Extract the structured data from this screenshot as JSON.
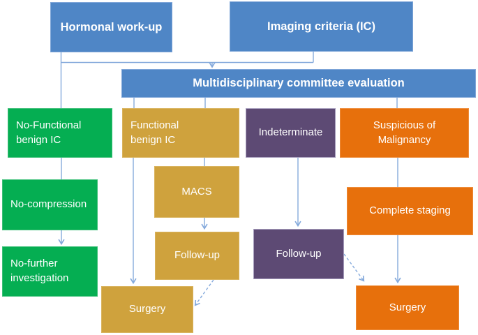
{
  "colors": {
    "blue": "#4f86c6",
    "green": "#05ae52",
    "gold": "#cfa23d",
    "purple": "#5d4a74",
    "orange": "#e7700c",
    "connector": "#85aadc",
    "text": "#ffffff"
  },
  "nodes": {
    "hormonal": {
      "label": "Hormonal work-up"
    },
    "imaging": {
      "label": "Imaging criteria (IC)"
    },
    "committee": {
      "label": "Multidisciplinary committee evaluation"
    },
    "no_functional": {
      "label": "No-Functional\nbenign IC"
    },
    "functional": {
      "label": "Functional\nbenign IC"
    },
    "indeterminate": {
      "label": "Indeterminate"
    },
    "suspicious": {
      "label": "Suspicious of\nMalignancy"
    },
    "no_compression": {
      "label": "No-compression"
    },
    "no_further": {
      "label": "No-further\ninvestigation"
    },
    "macs": {
      "label": "MACS"
    },
    "follow_up_functional": {
      "label": "Follow-up"
    },
    "surgery_functional": {
      "label": "Surgery"
    },
    "follow_up_indeterminate": {
      "label": "Follow-up"
    },
    "complete_staging": {
      "label": "Complete staging"
    },
    "surgery_malignancy": {
      "label": "Surgery"
    }
  },
  "edges": [
    {
      "from": "hormonal",
      "to": "no_functional",
      "style": "solid",
      "arrowhead": false
    },
    {
      "from": "hormonal+imaging",
      "to": "committee",
      "style": "solid",
      "arrowhead": true
    },
    {
      "from": "committee",
      "to": "functional",
      "style": "solid",
      "arrowhead": false
    },
    {
      "from": "committee",
      "to": "suspicious",
      "style": "solid",
      "arrowhead": false
    },
    {
      "from": "no_functional",
      "to": "no_compression",
      "style": "solid",
      "arrowhead": false
    },
    {
      "from": "no_compression",
      "to": "no_further",
      "style": "solid",
      "arrowhead": true
    },
    {
      "from": "functional",
      "to": "macs",
      "style": "solid",
      "arrowhead": false
    },
    {
      "from": "functional",
      "to": "surgery_functional",
      "style": "solid",
      "arrowhead": true
    },
    {
      "from": "macs",
      "to": "follow_up_functional",
      "style": "solid",
      "arrowhead": true
    },
    {
      "from": "follow_up_functional",
      "to": "surgery_functional",
      "style": "dashed",
      "arrowhead": true
    },
    {
      "from": "indeterminate",
      "to": "follow_up_indeterminate",
      "style": "solid",
      "arrowhead": true
    },
    {
      "from": "follow_up_indeterminate",
      "to": "surgery_malignancy",
      "style": "dashed",
      "arrowhead": true
    },
    {
      "from": "suspicious",
      "to": "complete_staging",
      "style": "solid",
      "arrowhead": false
    },
    {
      "from": "complete_staging",
      "to": "surgery_malignancy",
      "style": "solid",
      "arrowhead": true
    }
  ]
}
